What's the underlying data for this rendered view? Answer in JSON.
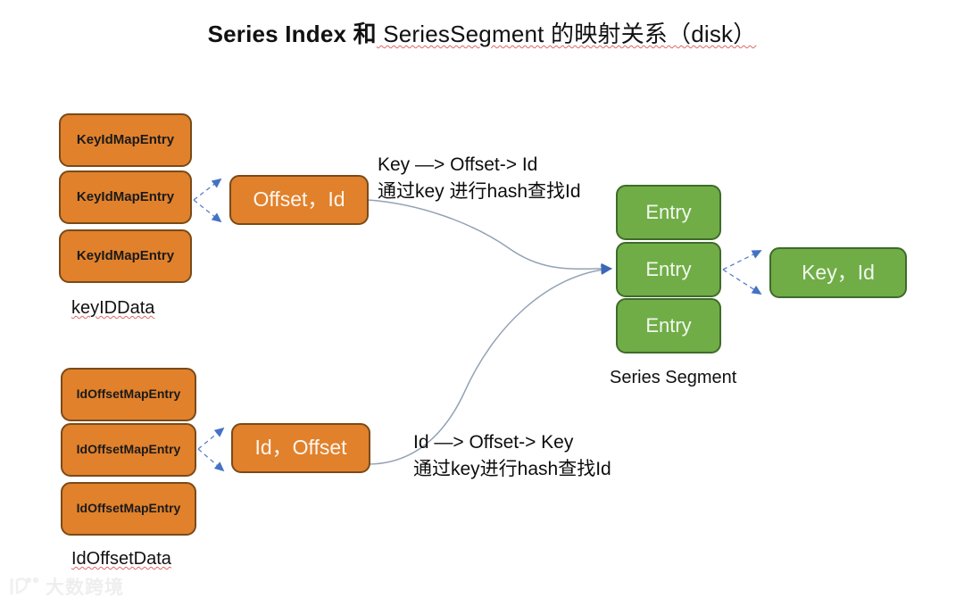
{
  "title": {
    "bold_part": "Series Index 和",
    "rest_part": " SeriesSegment 的映射关系（disk）",
    "squiggle_word": "SeriesSegment"
  },
  "key_id_data": {
    "caption": "keyIDData",
    "entries": [
      {
        "label": "KeyIdMapEntry"
      },
      {
        "label": "KeyIdMapEntry"
      },
      {
        "label": "KeyIdMapEntry"
      }
    ]
  },
  "id_offset_data": {
    "caption": "IdOffsetData",
    "entries": [
      {
        "label": "IdOffsetMapEntry"
      },
      {
        "label": "IdOffsetMapEntry"
      },
      {
        "label": "IdOffsetMapEntry"
      }
    ]
  },
  "offset_id_pill": {
    "label": "Offset，Id"
  },
  "id_offset_pill": {
    "label": "Id，Offset"
  },
  "series_segment": {
    "caption": "Series Segment",
    "entries": [
      {
        "label": "Entry"
      },
      {
        "label": "Entry"
      },
      {
        "label": "Entry"
      }
    ]
  },
  "key_id_pill": {
    "label": "Key，Id"
  },
  "annotations": {
    "top": {
      "line1": "Key —> Offset-> Id",
      "line2": "通过key 进行hash查找Id"
    },
    "bottom": {
      "line1": "Id —> Offset-> Key",
      "line2": "通过key进行hash查找Id"
    }
  },
  "watermark": {
    "text": "大数跨境"
  },
  "colors": {
    "orange_fill": "#E1812C",
    "orange_border": "#7A4A18",
    "green_fill": "#70AD47",
    "green_border": "#3F6B2A",
    "arrow_blue": "#4472C4",
    "curve_gray": "#8C9BB0",
    "text_dark": "#111111",
    "squiggle_red": "#E06666"
  }
}
